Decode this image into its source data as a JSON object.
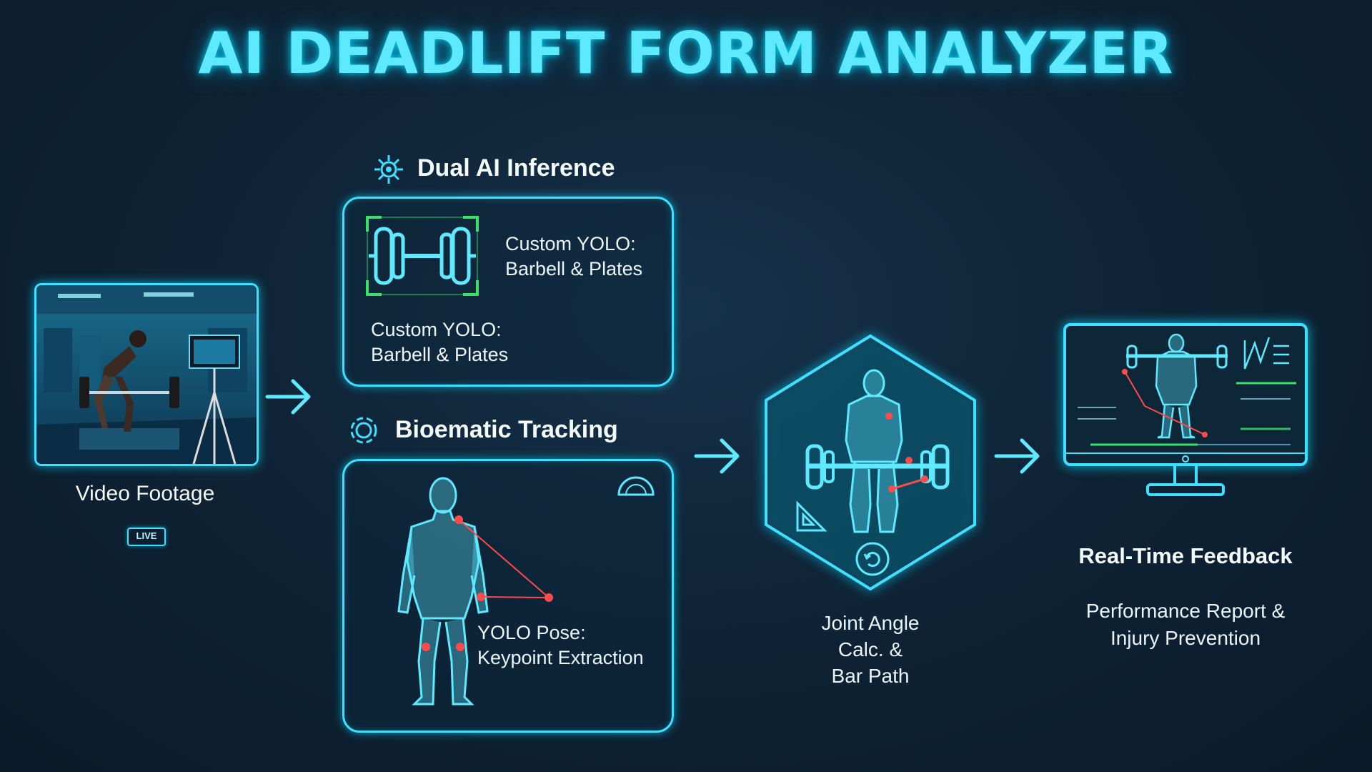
{
  "title": "AI DEADLIFT FORM ANALYZER",
  "video": {
    "label": "Video Footage",
    "badge": "LIVE"
  },
  "dual_ai": {
    "title": "Dual AI Inference",
    "label_top": [
      "Custom YOLO:",
      "Barbell & Plates"
    ],
    "label_bottom": [
      "Custom YOLO:",
      "Barbell & Plates"
    ]
  },
  "tracking": {
    "title": "Bioematic Tracking",
    "label": [
      "YOLO Pose:",
      "Keypoint Extraction"
    ]
  },
  "joint": {
    "label": [
      "Joint Angle",
      "Calc. &",
      "Bar Path"
    ]
  },
  "feedback": {
    "title": "Real-Time Feedback",
    "subtitle": [
      "Performance Report &",
      "Injury Prevention"
    ]
  },
  "colors": {
    "accent": "#3fe0ff",
    "title": "#5fe9ff",
    "keypoint": "#ff4a4a",
    "box": "#38e06a",
    "background": "#0f2437"
  },
  "icons": [
    "ai-chip-icon",
    "tracking-icon",
    "protractor-icon",
    "triangle-ruler-icon",
    "reset-icon",
    "line-chart-icon",
    "monitor-icon",
    "arrow-right-icon"
  ]
}
